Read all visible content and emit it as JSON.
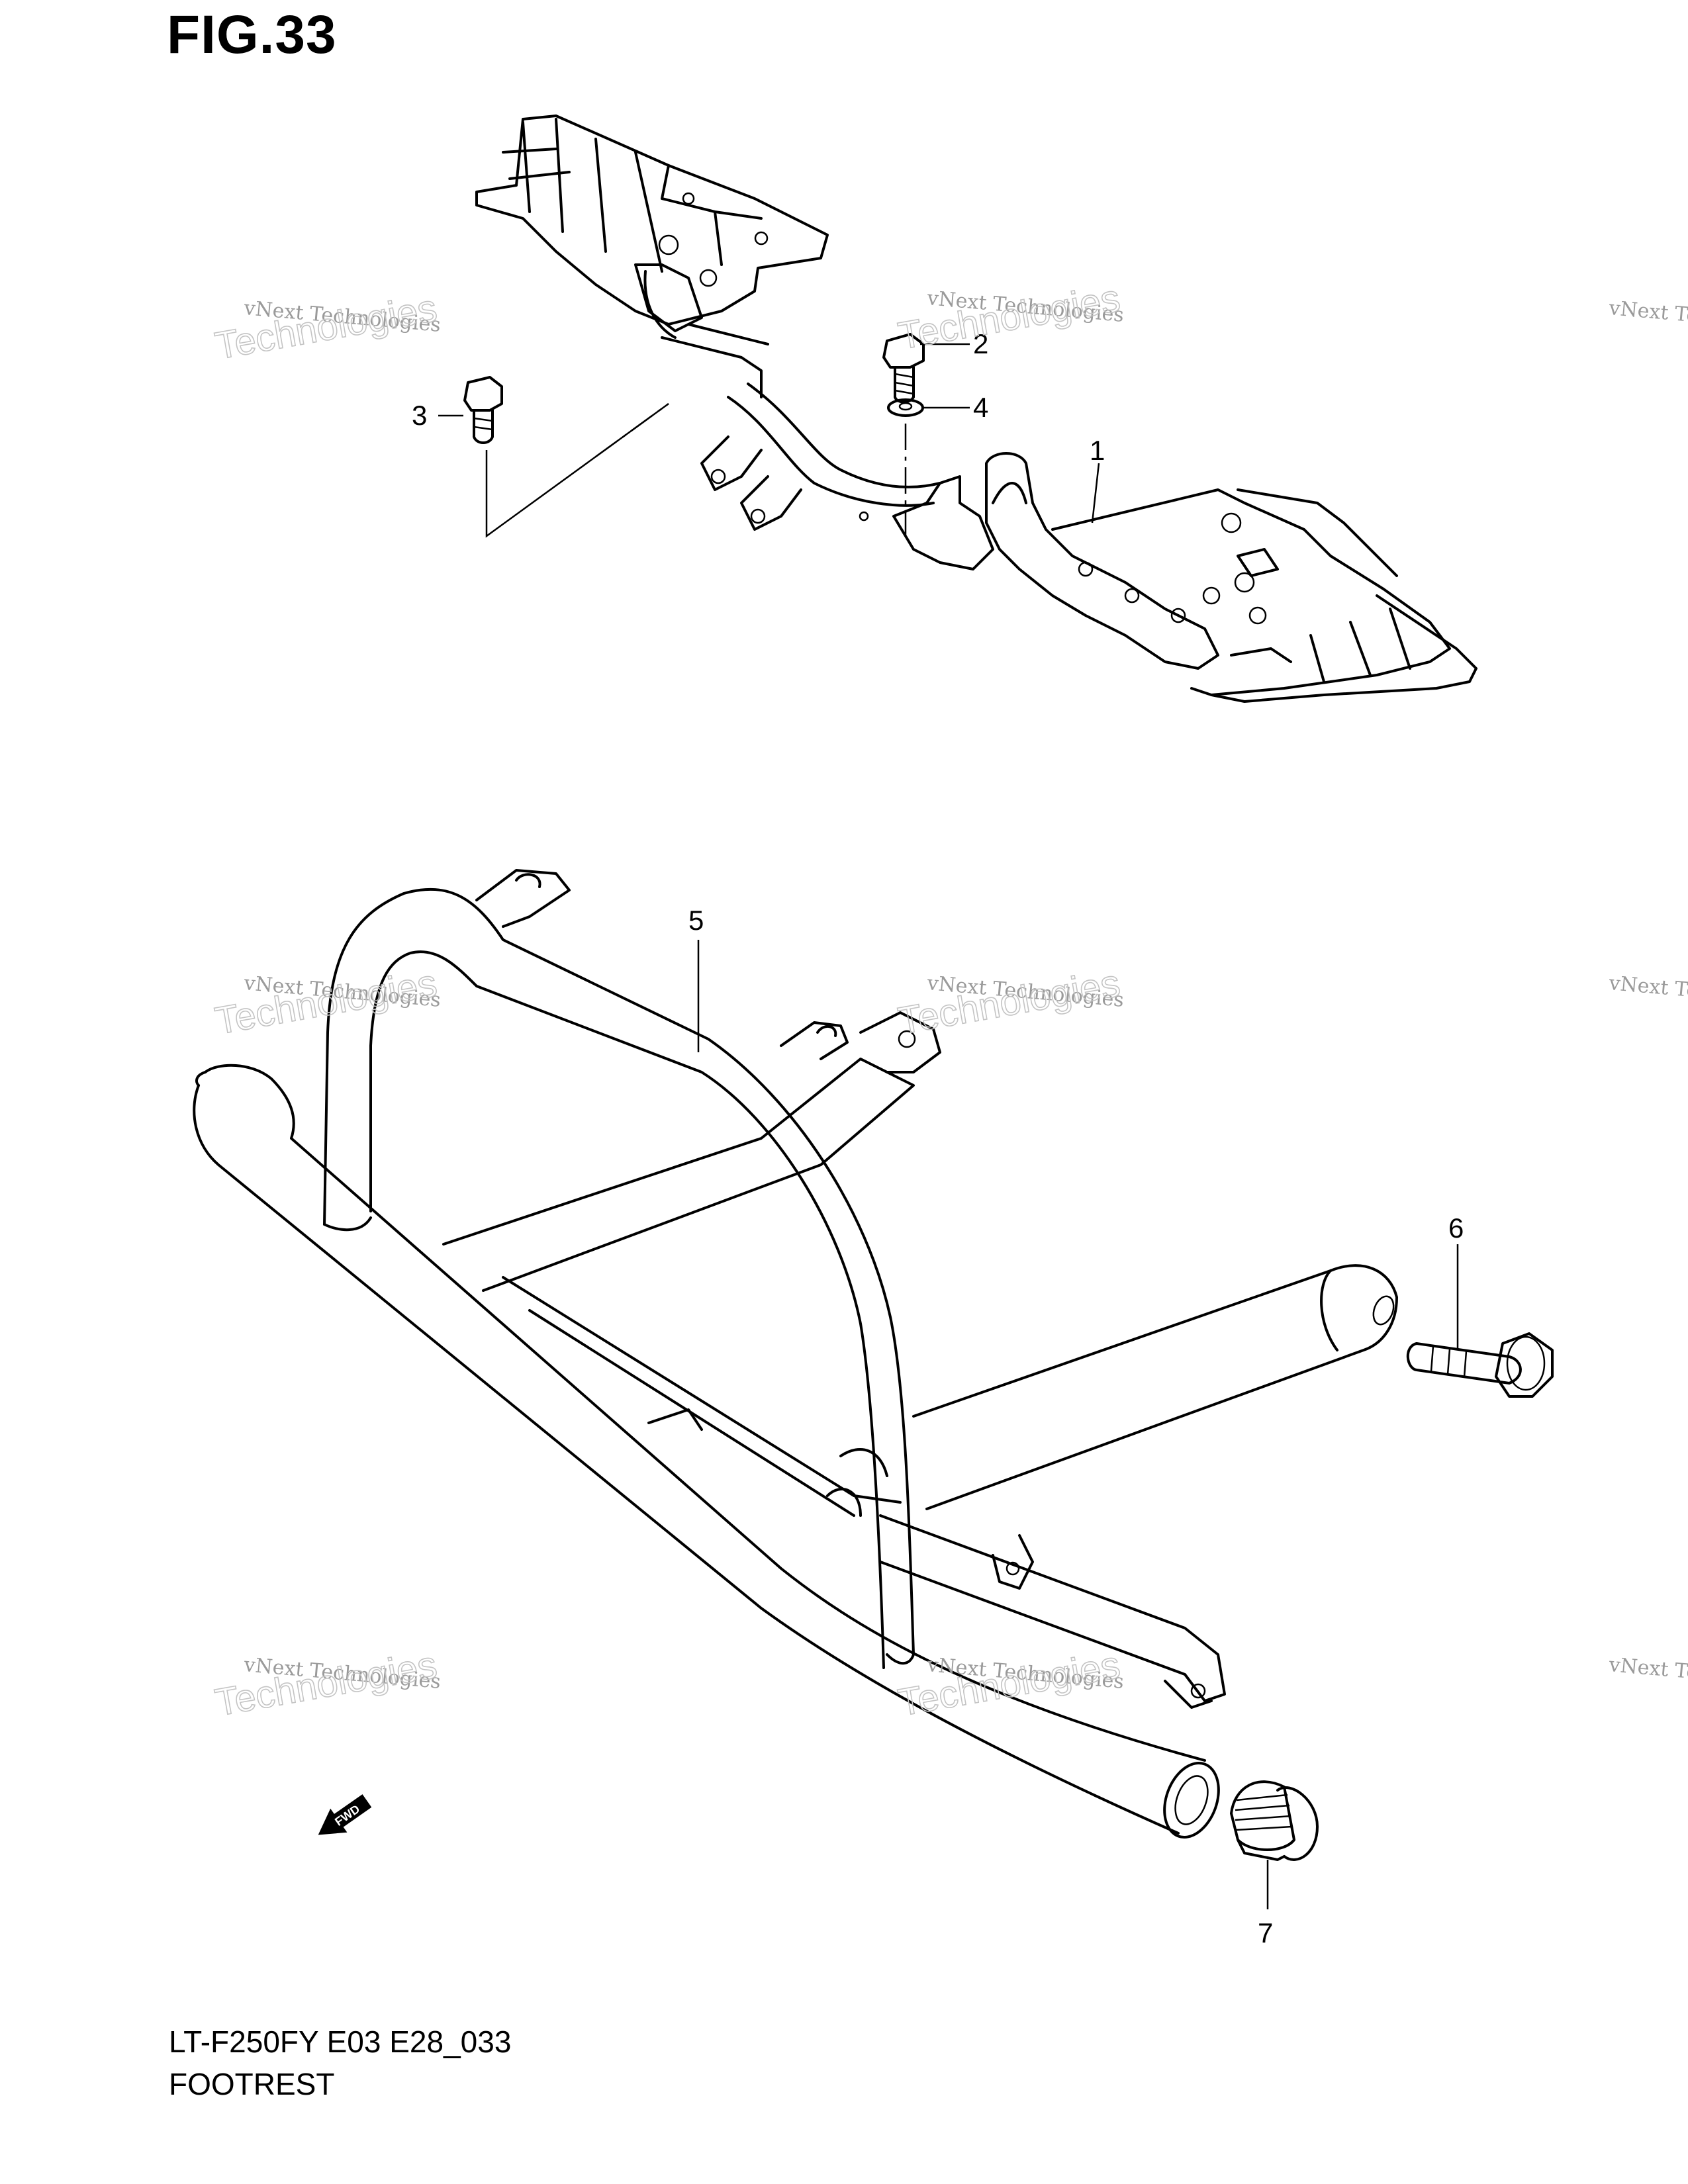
{
  "figure_title": "FIG.33",
  "footer": {
    "model_code": "LT-F250FY E03 E28_033",
    "section_title": "FOOTREST"
  },
  "callouts": [
    "1",
    "2",
    "3",
    "4",
    "5",
    "6",
    "7"
  ],
  "watermark": {
    "line1": "vNext Technologies",
    "line2_a": "vNext",
    "line2_b": "Technologies"
  },
  "direction_marker": "FWD"
}
